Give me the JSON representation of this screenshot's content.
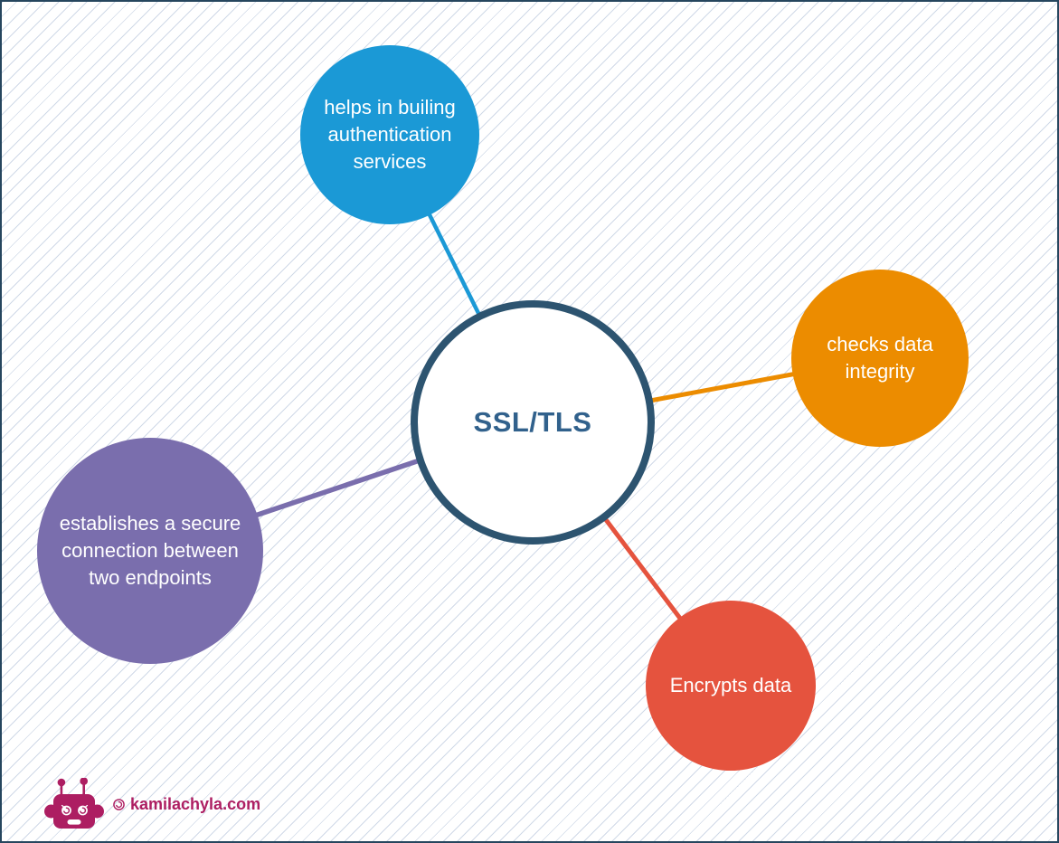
{
  "canvas": {
    "background_color": "#ffffff",
    "stripe_color": "#aabad4",
    "border_color": "#26465e"
  },
  "diagram": {
    "center_node": {
      "label": "SSL/TLS",
      "fill": "#ffffff",
      "border_color": "#2d5470",
      "text_color": "#31618c"
    },
    "nodes": [
      {
        "id": "authentication",
        "lines": [
          "helps in builing",
          "authentication",
          "services"
        ],
        "color": "#1b99d6",
        "text_color": "#ffffff"
      },
      {
        "id": "data-integrity",
        "lines": [
          "checks data",
          "integrity"
        ],
        "color": "#ec8c00",
        "text_color": "#ffffff"
      },
      {
        "id": "secure-connection",
        "lines": [
          "establishes a secure",
          "connection between",
          "two endpoints"
        ],
        "color": "#7a6ead",
        "text_color": "#ffffff"
      },
      {
        "id": "encrypts-data",
        "lines": [
          "Encrypts data"
        ],
        "color": "#e5533e",
        "text_color": "#ffffff"
      }
    ]
  },
  "watermark": {
    "site": "kamilachyla.com",
    "color": "#ad1e62"
  }
}
